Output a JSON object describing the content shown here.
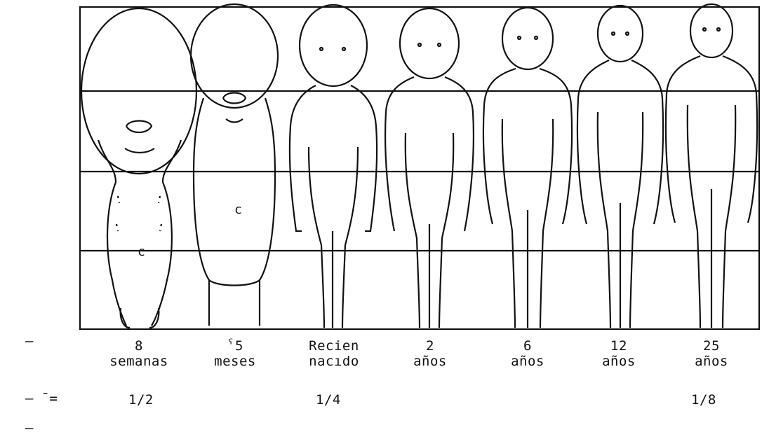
{
  "stages": [
    {
      "top": "8",
      "bottom": "semanas"
    },
    {
      "top": "ˁ5",
      "bottom": "meses"
    },
    {
      "top": "Recien",
      "bottom": "nacıdo"
    },
    {
      "top": "2",
      "bottom": "años"
    },
    {
      "top": "6",
      "bottom": "años"
    },
    {
      "top": "12",
      "bottom": "años"
    },
    {
      "top": "25",
      "bottom": "años"
    }
  ],
  "ratios": [
    "1/2",
    "1/4",
    "1/8"
  ],
  "marks": {
    "row1": "—",
    "row2": "—  ˉ=",
    "row3": "—"
  },
  "colors": {
    "ink": "#111111",
    "background": "#ffffff"
  }
}
